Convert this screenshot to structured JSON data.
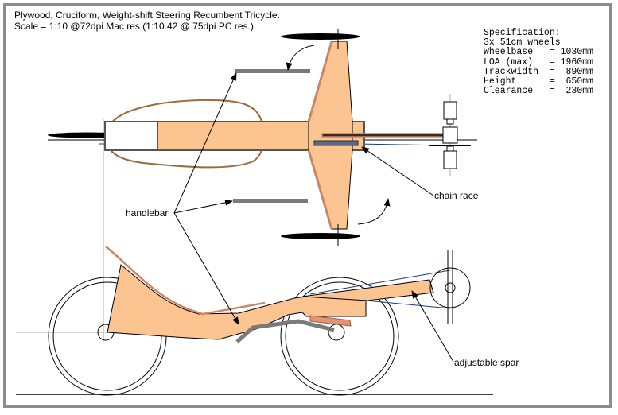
{
  "title": {
    "line1": "Plywood, Cruciform, Weight-shift Steering Recumbent Tricycle.",
    "line2": "Scale = 1:10 @72dpi Mac res (1:10.42 @ 75dpi PC res.)"
  },
  "specification": {
    "heading": "Specification:",
    "lines": [
      "3x 51cm wheels",
      "Wheelbase   = 1030mm",
      "LOA (max)   = 1960mm",
      "Trackwidth  =  890mm",
      "Height      =  650mm",
      "Clearance   =  230mm"
    ]
  },
  "labels": {
    "handlebar": "handlebar",
    "chain_race": "chain race",
    "adjustable_spar": "adjustable spar"
  },
  "colors": {
    "plywood": "#fcc490",
    "plywood_edge": "#c88868",
    "handlebar_grey": "#7a7a7a",
    "seat_outline": "#9c6a3c",
    "chain_blue": "#1c3a7a",
    "frame_border": "#8c8c8c"
  }
}
